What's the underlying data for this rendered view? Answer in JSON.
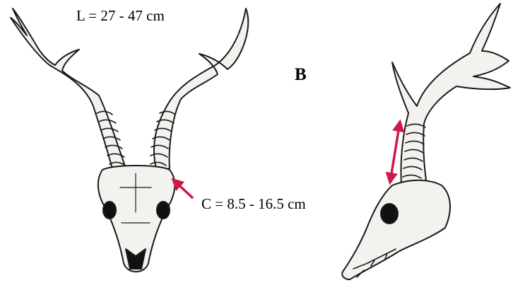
{
  "labels": {
    "length": "L = 27 - 47 cm",
    "circumference": "C = 8.5 - 16.5 cm",
    "panel_b": "B"
  },
  "colors": {
    "arrow": "#d0174a",
    "ink": "#1a1a1a",
    "bone": "#f4f2ee"
  }
}
